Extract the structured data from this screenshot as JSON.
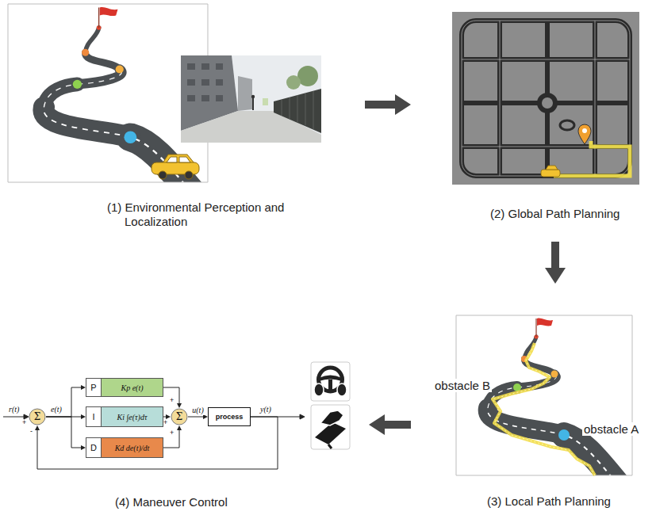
{
  "diagram": {
    "nodes": [
      {
        "text": [
          "(1) Environmental Perception and Localization"
        ]
      },
      {
        "text": [
          "(2) Global Path Planning"
        ]
      },
      {
        "text": [
          "(3) Local Path Planning"
        ]
      },
      {
        "text": [
          "(4) Maneuver Control"
        ]
      },
      {
        "text": [
          "Σ"
        ],
        "in": 3
      },
      {
        "text": [
          "P",
          "Kp e(t)"
        ],
        "in": 3
      },
      {
        "text": [
          "I",
          "Ki ∫e(τ)dτ"
        ],
        "in": 3
      },
      {
        "text": [
          "D",
          "Kd de(t)/dt"
        ],
        "in": 3
      },
      {
        "text": [
          "Σ"
        ],
        "in": 3
      },
      {
        "text": [
          "process"
        ],
        "in": 3
      }
    ],
    "edges": [
      {
        "from": 0,
        "to": 1,
        "arrow": "to"
      },
      {
        "from": 1,
        "to": 2,
        "arrow": "to"
      },
      {
        "from": 2,
        "to": 3,
        "arrow": "to"
      },
      {
        "from": 4,
        "to": 5,
        "arrow": "to"
      },
      {
        "from": 4,
        "to": 6,
        "arrow": "to"
      },
      {
        "from": 4,
        "to": 7,
        "arrow": "to"
      },
      {
        "from": 5,
        "to": 8,
        "arrow": "to"
      },
      {
        "from": 6,
        "to": 8,
        "arrow": "to"
      },
      {
        "from": 7,
        "to": 8,
        "arrow": "to"
      },
      {
        "from": 8,
        "to": 9,
        "label": "u(t)",
        "arrow": "to"
      },
      {
        "from": 9,
        "to": 4,
        "arrow": "to"
      }
    ],
    "labels": [
      "obstacle B",
      "obstacle A",
      "r(t)",
      "+",
      "-",
      "e(t)",
      "+",
      "+",
      "+",
      "y(t)"
    ]
  }
}
